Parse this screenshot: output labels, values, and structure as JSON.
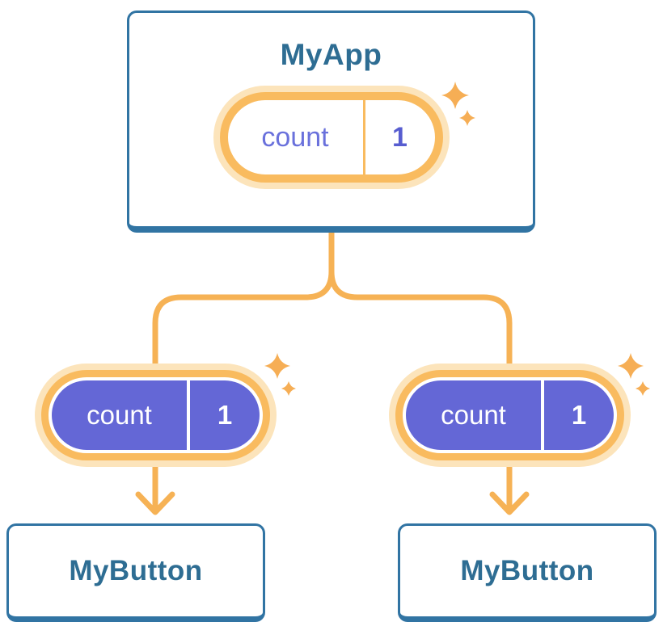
{
  "diagram": {
    "description": "Component tree showing state passed from parent to children",
    "root": {
      "title": "MyApp",
      "state": {
        "name": "count",
        "value": "1"
      }
    },
    "children": [
      {
        "title": "MyButton",
        "state": {
          "name": "count",
          "value": "1"
        }
      },
      {
        "title": "MyButton",
        "state": {
          "name": "count",
          "value": "1"
        }
      }
    ]
  },
  "colors": {
    "background": "#ffffff",
    "card_border": "#3174A3",
    "card_fill": "#ffffff",
    "title_text": "#2E6D93",
    "connector": "#F6B255",
    "pill_halo": "#FCE4BB",
    "pill_ring": "#F9BB5F",
    "pill_fill_dark": "#6467D6",
    "pill_name_light": "#6A71DC",
    "pill_value_light": "#575DD0",
    "pill_text_dark": "#ffffff",
    "sparkle": "#F6AE55"
  }
}
